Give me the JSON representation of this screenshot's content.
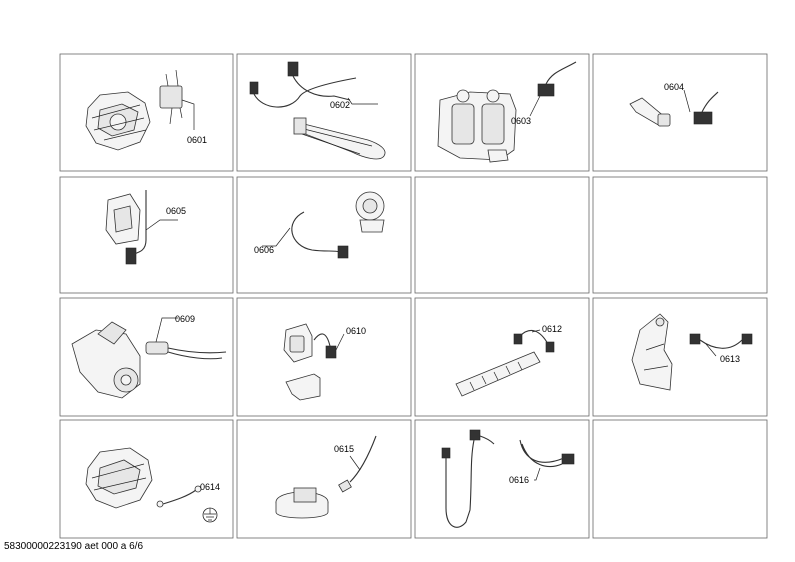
{
  "cells": [
    {
      "part": "0601"
    },
    {
      "part": "0602"
    },
    {
      "part": "0603"
    },
    {
      "part": "0604"
    },
    {
      "part": "0605"
    },
    {
      "part": "0606"
    },
    {
      "part": ""
    },
    {
      "part": ""
    },
    {
      "part": "0609"
    },
    {
      "part": "0610"
    },
    {
      "part": "0612"
    },
    {
      "part": "0613"
    },
    {
      "part": "0614"
    },
    {
      "part": "0615"
    },
    {
      "part": "0616"
    },
    {
      "part": ""
    }
  ],
  "footer": {
    "text": "58300000223190 aet 000 a 6/6"
  }
}
